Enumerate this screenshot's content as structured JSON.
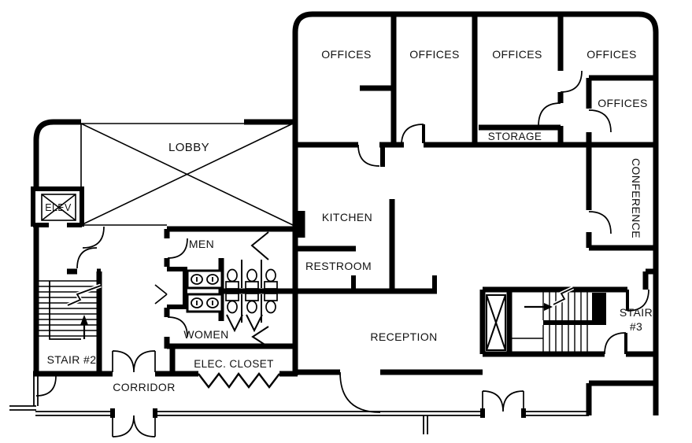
{
  "title": "Office floor plan",
  "colors": {
    "wall": "#000000",
    "background": "#ffffff",
    "text": "#111111"
  },
  "rooms": {
    "lobby": "LOBBY",
    "elev": "ELEV",
    "offices_1": "OFFICES",
    "offices_2": "OFFICES",
    "offices_3": "OFFICES",
    "offices_4": "OFFICES",
    "offices_5": "OFFICES",
    "storage": "STORAGE",
    "conference": "CONFERENCE",
    "kitchen": "KITCHEN",
    "restroom": "RESTROOM",
    "men": "MEN",
    "women": "WOMEN",
    "reception": "RECEPTION",
    "elec_closet": "ELEC. CLOSET",
    "stair_2": "STAIR #2",
    "stair_3_line1": "STAIR",
    "stair_3_line2": "#3",
    "corridor": "CORRIDOR"
  }
}
